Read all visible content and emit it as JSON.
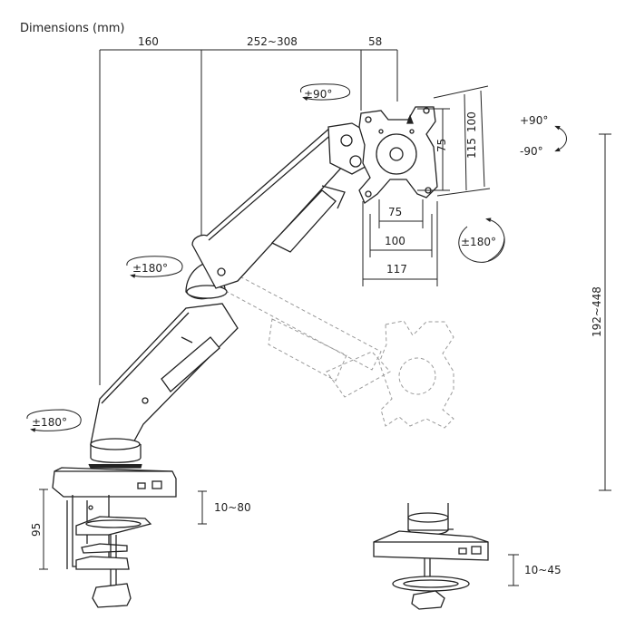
{
  "title": "Dimensions (mm)",
  "colors": {
    "line": "#222222",
    "faint": "#9a9a9a",
    "bg": "#ffffff"
  },
  "top_dimensions": {
    "base_offset": "160",
    "arm_reach": "252~308",
    "head_depth": "58"
  },
  "vesa": {
    "inner_h": "75",
    "outer_h": "100",
    "plate_h": "115",
    "inner_w": "75",
    "outer_w": "100",
    "plate_w": "117"
  },
  "rotations": {
    "tilt": "±90°",
    "pan_head": "±180°",
    "pan_elbow": "±180°",
    "pan_base": "±180°",
    "tilt_up": "+90°",
    "tilt_down": "-90°"
  },
  "height_range": "192~448",
  "clamp": {
    "height": "95",
    "thickness_range": "10~80"
  },
  "grommet": {
    "thickness_range": "10~45"
  }
}
